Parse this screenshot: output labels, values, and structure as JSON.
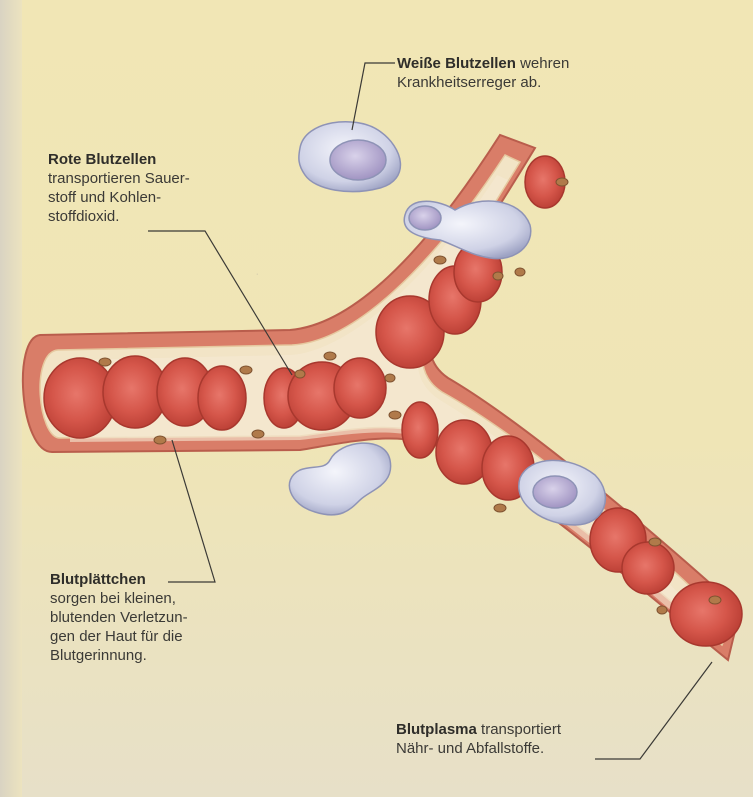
{
  "colors": {
    "background": "#efe5b6",
    "vessel_wall": "#d8826f",
    "plasma": "#f3e7c9",
    "red_cell": "#d9574a",
    "white_cell": "#c9cde2",
    "platelet": "#b07a4a",
    "text": "#3b3a36"
  },
  "labels": {
    "white_cells": {
      "bold": "Weiße Blutzellen",
      "line1_rest": " wehren",
      "line2": "Krankheitserreger ab."
    },
    "red_cells": {
      "bold": "Rote Blutzellen",
      "line2": "transportieren Sauer-",
      "line3": "stoff und Kohlen-",
      "line4": "stoffdioxid."
    },
    "platelets": {
      "bold": "Blutplättchen",
      "line2": "sorgen bei kleinen,",
      "line3": "blutenden Verletzun-",
      "line4": "gen der Haut für die",
      "line5": "Blutgerinnung."
    },
    "plasma": {
      "bold": "Blutplasma",
      "line1_rest": " transportiert",
      "line2": "Nähr- und Abfallstoffe."
    }
  }
}
